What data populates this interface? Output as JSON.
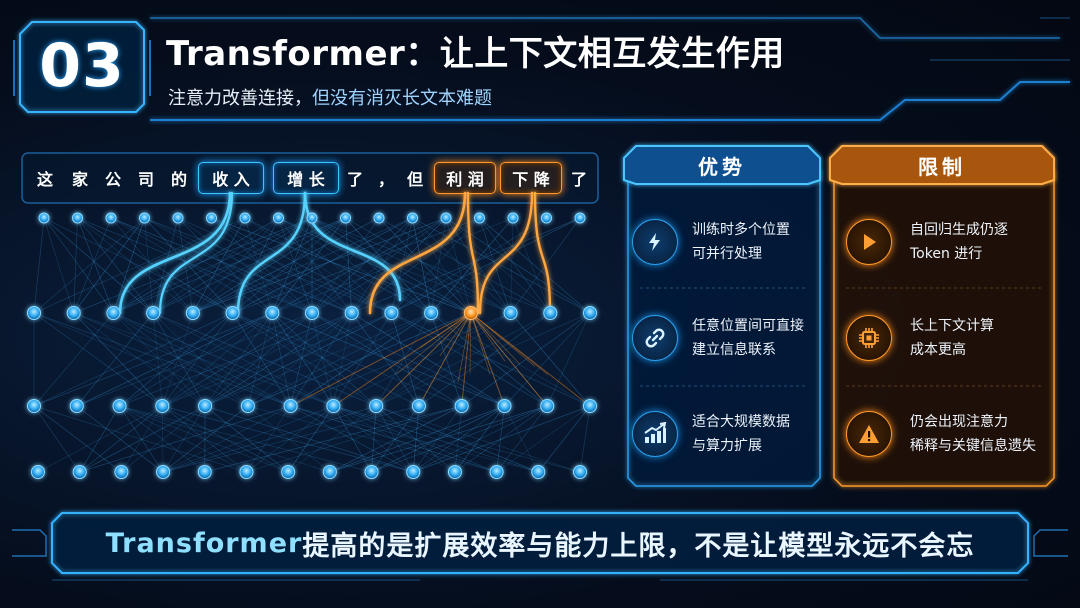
{
  "header": {
    "number": "03",
    "title": "Transformer：让上下文相互发生作用",
    "subtitle_main": "注意力改善连接，",
    "subtitle_highlight": "但没有消灭长文本难题"
  },
  "tokens": [
    {
      "text": "这",
      "highlight": "none"
    },
    {
      "text": "家",
      "highlight": "none"
    },
    {
      "text": "公",
      "highlight": "none"
    },
    {
      "text": "司",
      "highlight": "none"
    },
    {
      "text": "的",
      "highlight": "none"
    },
    {
      "text": "收 入",
      "highlight": "blue"
    },
    {
      "text": "增 长",
      "highlight": "blue"
    },
    {
      "text": "了",
      "highlight": "none"
    },
    {
      "text": "，",
      "highlight": "none"
    },
    {
      "text": "但",
      "highlight": "none"
    },
    {
      "text": "利 润",
      "highlight": "orange"
    },
    {
      "text": "下 降",
      "highlight": "orange"
    },
    {
      "text": "了",
      "highlight": "none"
    }
  ],
  "advantages": {
    "title": "优势",
    "items": [
      {
        "icon": "lightning-icon",
        "line1": "训练时多个位置",
        "line2": "可并行处理"
      },
      {
        "icon": "link-icon",
        "line1": "任意位置间可直接",
        "line2": "建立信息联系"
      },
      {
        "icon": "growth-chart-icon",
        "line1": "适合大规模数据",
        "line2": "与算力扩展"
      }
    ]
  },
  "limitations": {
    "title": "限制",
    "items": [
      {
        "icon": "play-icon",
        "line1": "自回归生成仍逐",
        "line2": "Token 进行"
      },
      {
        "icon": "chip-icon",
        "line1": "长上下文计算",
        "line2": "成本更高"
      },
      {
        "icon": "warning-icon",
        "line1": "仍会出现注意力",
        "line2": "稀释与关键信息遗失"
      }
    ]
  },
  "footer": {
    "highlight": "Transformer",
    "text": " 提高的是扩展效率与能力上限，不是让模型永远不会忘"
  },
  "colors": {
    "accent_blue": "#2ea8ff",
    "accent_orange": "#ff8a1a",
    "background": "#040b17"
  }
}
